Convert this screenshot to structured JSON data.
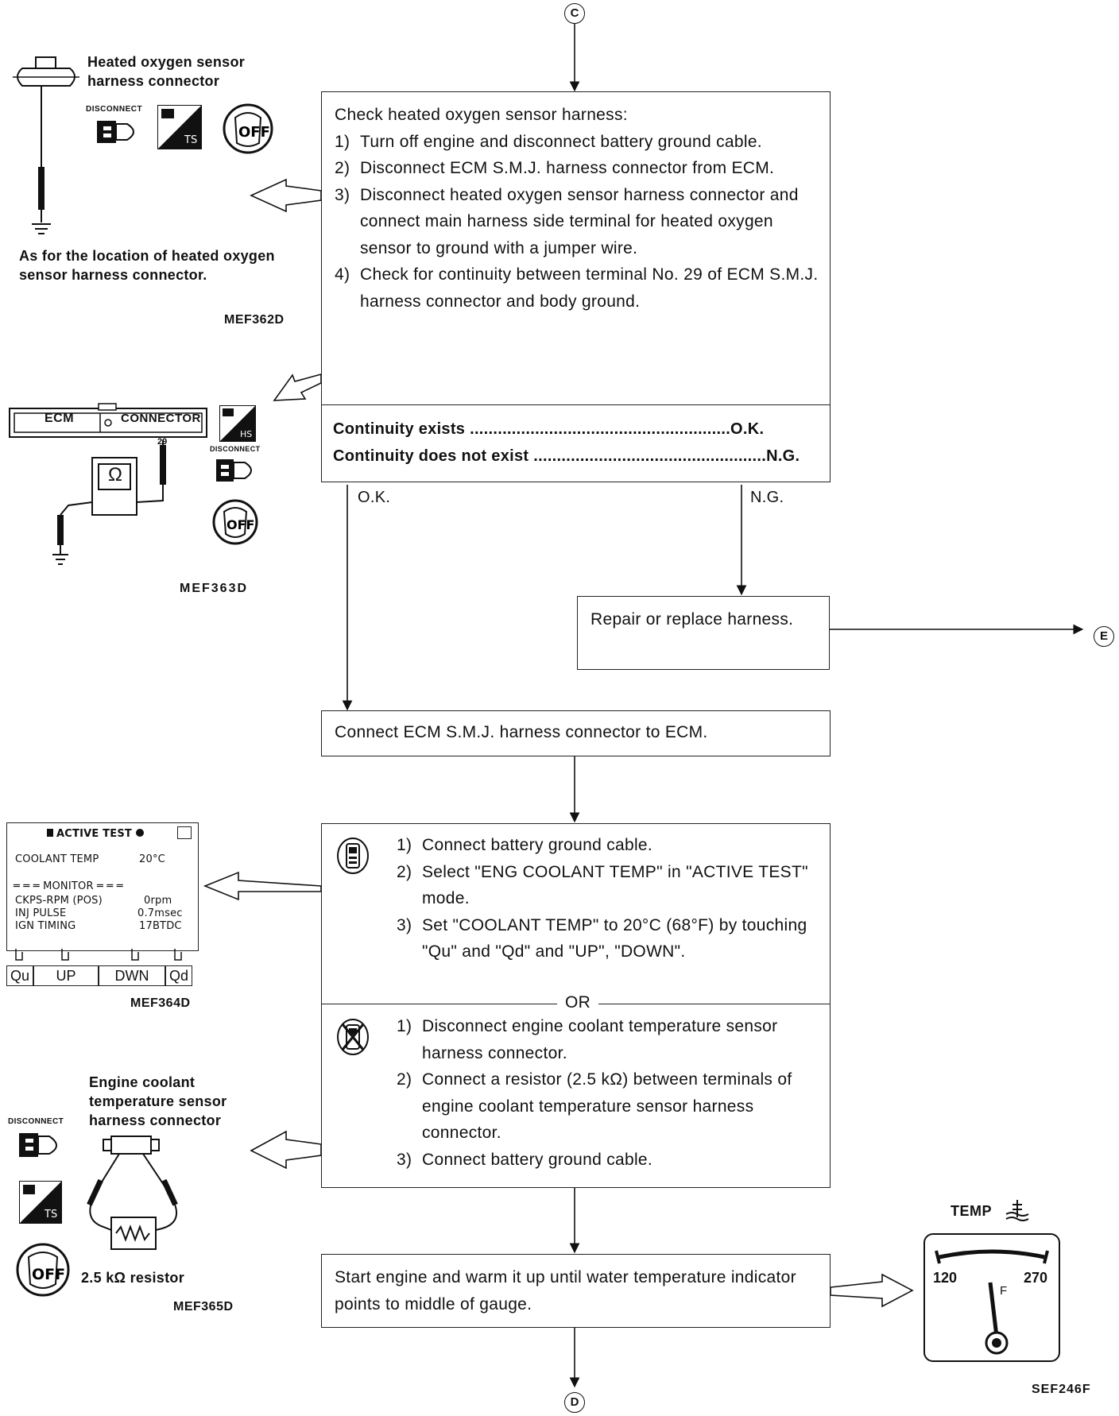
{
  "refs": {
    "top": "C",
    "right": "E",
    "bottom": "D"
  },
  "step1": {
    "title": "Check heated oxygen sensor harness:",
    "items": [
      {
        "num": "1)",
        "text": "Turn off engine and disconnect battery ground cable."
      },
      {
        "num": "2)",
        "text": "Disconnect ECM S.M.J. harness connector from ECM."
      },
      {
        "num": "3)",
        "text": "Disconnect heated oxygen sensor harness connector and connect main harness side terminal for heated oxygen sensor to ground with a jumper wire."
      },
      {
        "num": "4)",
        "text": "Check for continuity between terminal No. 29 of ECM S.M.J. harness connector and body ground."
      }
    ],
    "result_ok": "Continuity exists ........................................................O.K.",
    "result_ng": "Continuity does not exist ..................................................N.G."
  },
  "branch": {
    "ok": "O.K.",
    "ng": "N.G."
  },
  "repair": {
    "text": "Repair or replace harness."
  },
  "connect": {
    "text": "Connect ECM S.M.J. harness connector to ECM."
  },
  "step_consult": {
    "items": [
      {
        "num": "1)",
        "text": "Connect battery ground cable."
      },
      {
        "num": "2)",
        "text": "Select \"ENG COOLANT TEMP\" in \"ACTIVE TEST\" mode."
      },
      {
        "num": "3)",
        "text": "Set \"COOLANT TEMP\" to 20°C (68°F) by touching \"Qu\" and \"Qd\" and \"UP\", \"DOWN\"."
      }
    ],
    "or": "OR"
  },
  "step_noconsult": {
    "items": [
      {
        "num": "1)",
        "text": "Disconnect engine coolant temperature sensor harness connector."
      },
      {
        "num": "2)",
        "text": "Connect a resistor (2.5 kΩ) between terminals of engine coolant temperature sensor harness connector."
      },
      {
        "num": "3)",
        "text": "Connect battery ground cable."
      }
    ]
  },
  "warmup": {
    "text": "Start engine and warm it up until water temperature indicator points to middle of gauge."
  },
  "fig1": {
    "label": "Heated oxygen sensor harness connector",
    "note": "As for the location of heated oxygen sensor harness connector.",
    "code": "MEF362D",
    "disconnect": "DISCONNECT",
    "off": "OFF",
    "ts": "TS"
  },
  "fig2": {
    "ecm": "ECM",
    "connector": "CONNECTOR",
    "terminal": "29",
    "ohm": "Ω",
    "code": "MEF363D",
    "disconnect": "DISCONNECT",
    "off": "OFF",
    "hs": "HS"
  },
  "fig3": {
    "title": "ACTIVE TEST",
    "coolant_label": "COOLANT TEMP",
    "coolant_value": "20°C",
    "monitor": "═ ═ ═ MONITOR ═ ═ ═",
    "rows": [
      {
        "label": "CKPS-RPM (POS)",
        "value": "0rpm"
      },
      {
        "label": "INJ PULSE",
        "value": "0.7msec"
      },
      {
        "label": "IGN TIMING",
        "value": "17BTDC"
      }
    ],
    "buttons": [
      "Qu",
      "UP",
      "DWN",
      "Qd"
    ],
    "code": "MEF364D"
  },
  "fig4": {
    "label": "Engine coolant temperature sensor harness connector",
    "resistor": "2.5 kΩ  resistor",
    "code": "MEF365D",
    "disconnect": "DISCONNECT",
    "off": "OFF",
    "ts": "TS"
  },
  "gauge": {
    "title": "TEMP",
    "low": "120",
    "high": "270",
    "unit": "F",
    "code": "SEF246F"
  }
}
